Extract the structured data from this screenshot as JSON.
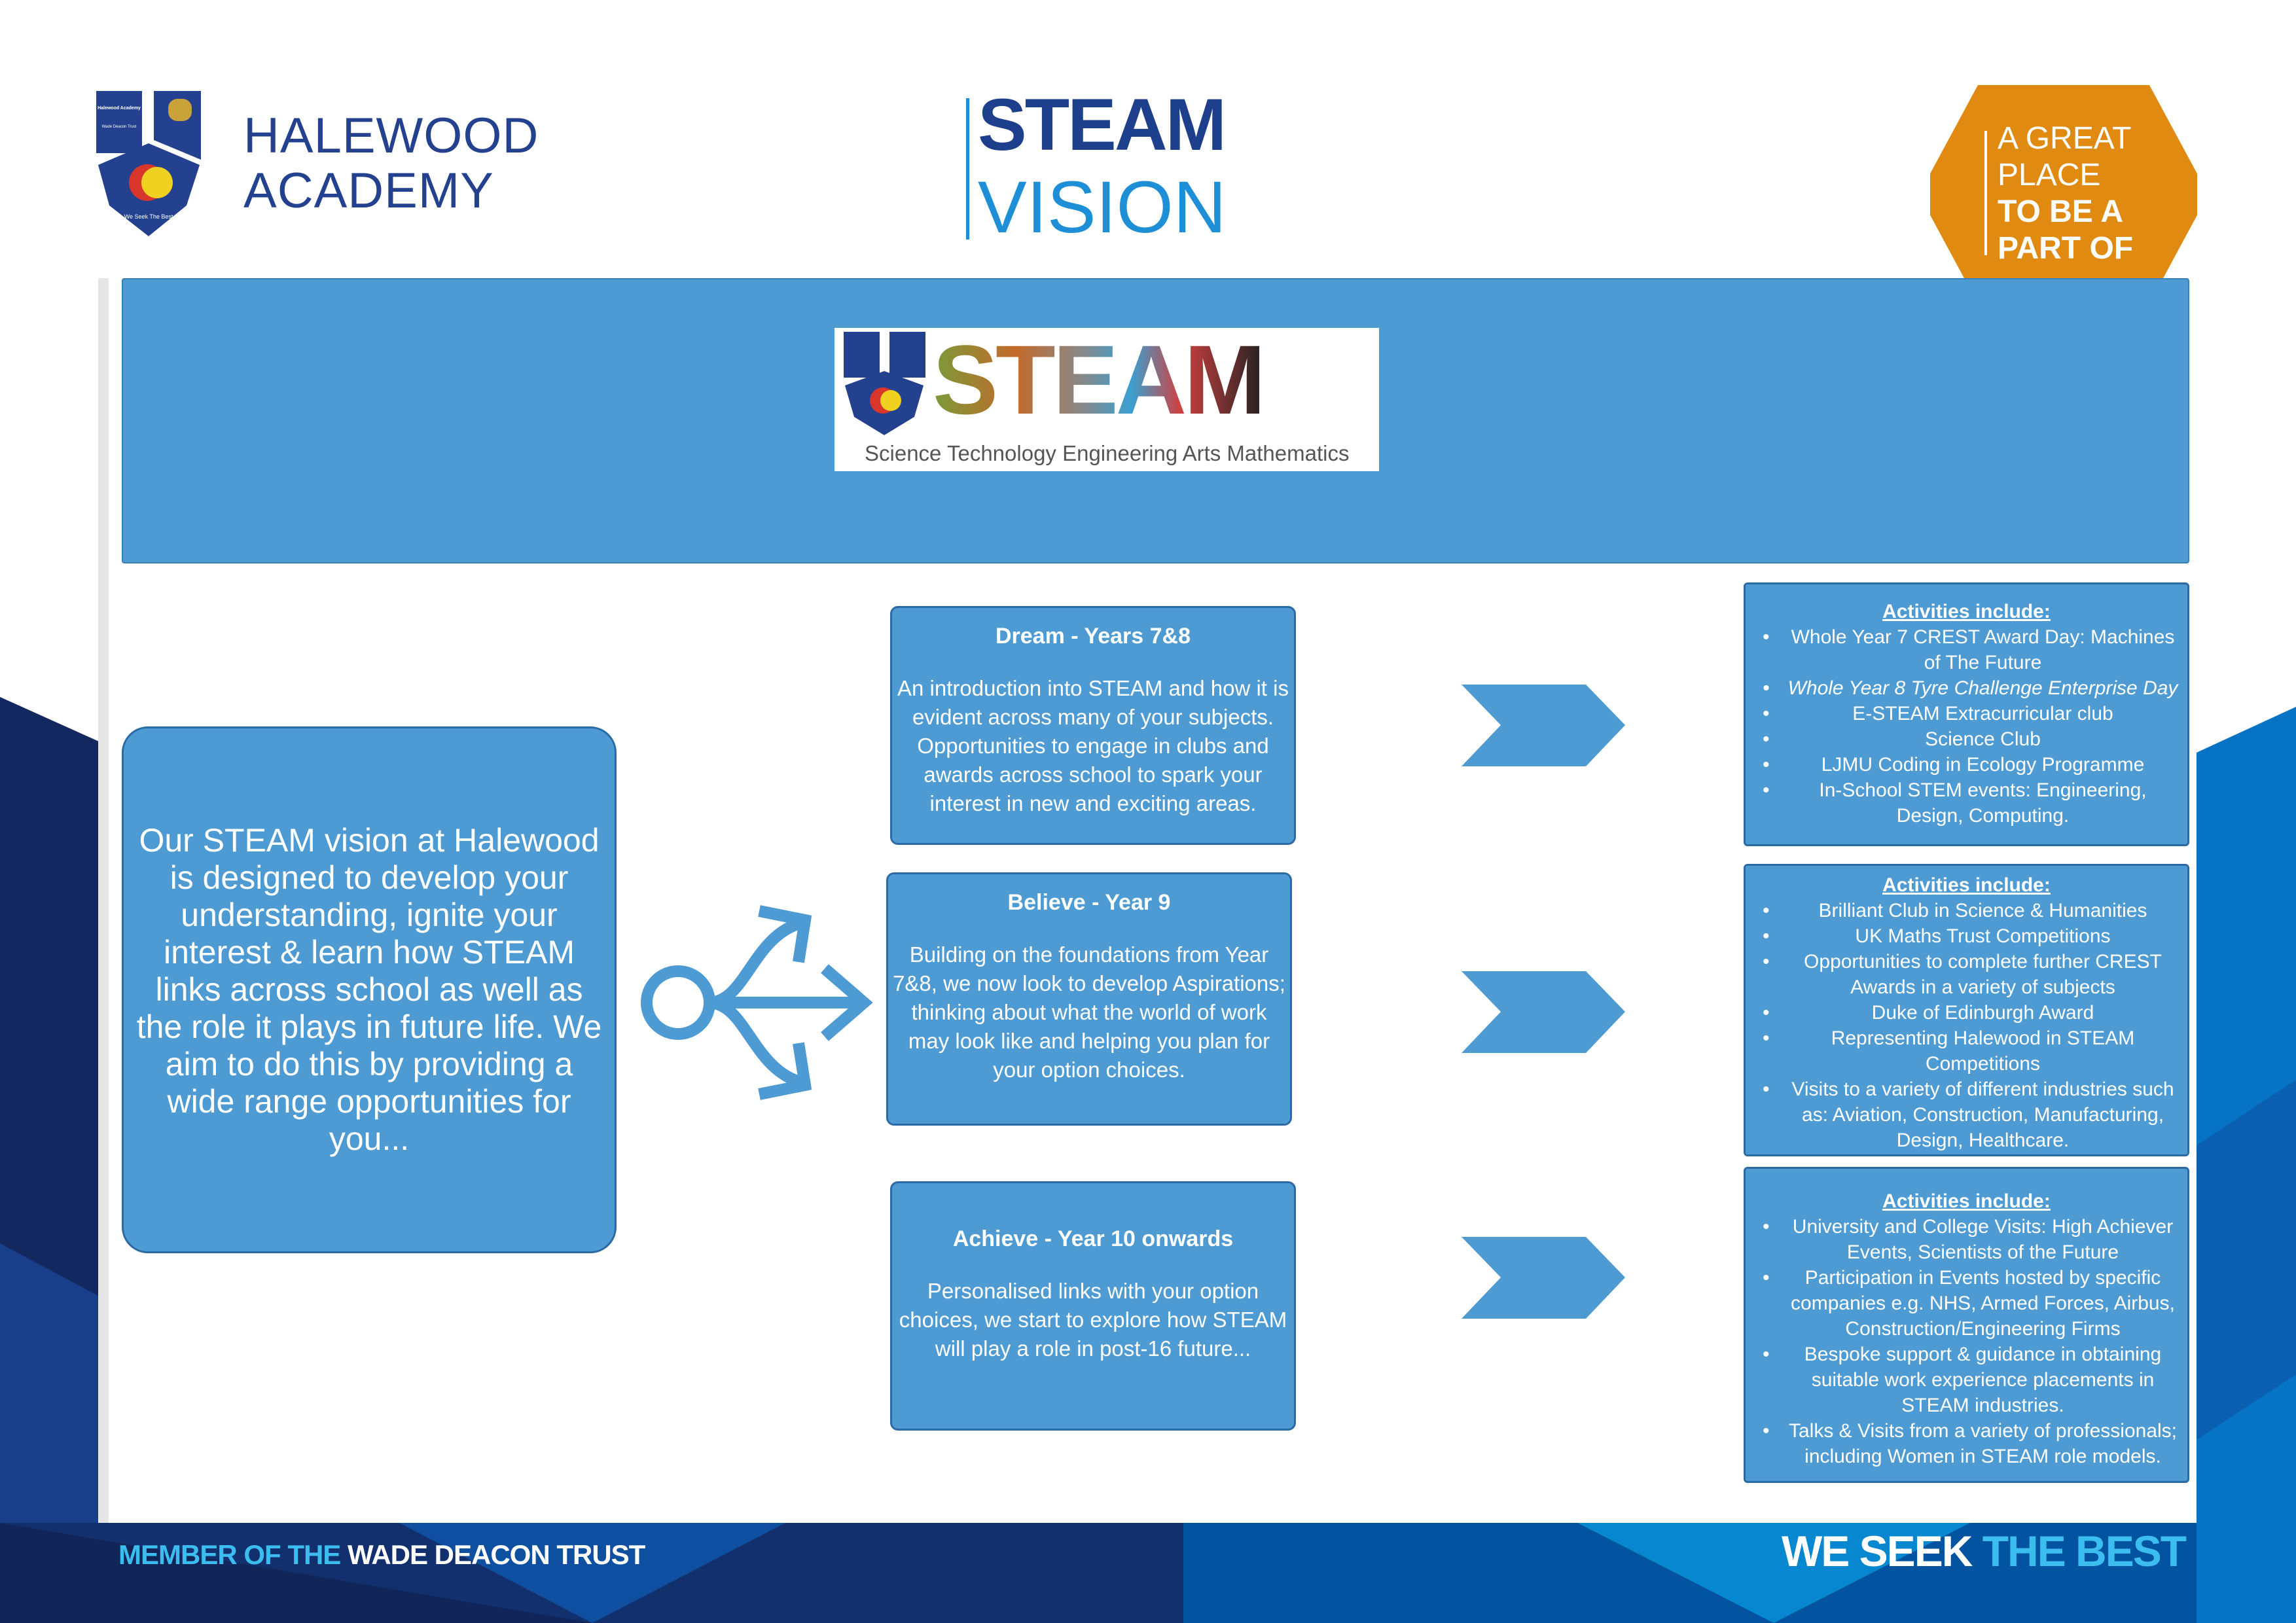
{
  "header": {
    "logo_text": {
      "shield_name": "Halewood Academy",
      "shield_trust": "Wade Deacon Trust",
      "shield_motto": "We Seek The Best"
    },
    "school_name_line1": "HALEWOOD",
    "school_name_line2": "ACADEMY",
    "title_line1": "STEAM",
    "title_line2": "VISION",
    "badge": {
      "line1": "A GREAT",
      "line2": "PLACE",
      "line3": "TO BE A",
      "line4": "PART OF"
    }
  },
  "banner": {
    "logo_word": "STEAM",
    "caption": "Science Technology Engineering Arts Mathematics"
  },
  "vision_text": "Our STEAM vision at Halewood is designed to develop your understanding, ignite your interest & learn how STEAM links across school as well as the role it plays in future life. We aim to do this by providing a wide range opportunities for you...",
  "stages": [
    {
      "title": "Dream - Years 7&8",
      "body": "An introduction into STEAM and how it is evident across many of your subjects. Opportunities to engage in clubs and awards across school to spark your interest in new and exciting areas."
    },
    {
      "title": "Believe - Year 9",
      "body": "Building on the foundations from Year 7&8, we now look to develop Aspirations; thinking about what the world of work may look like and helping you plan for your option choices."
    },
    {
      "title": "Achieve - Year 10 onwards",
      "body": "Personalised links with your option choices, we start to explore how STEAM will play a role in post-16 future..."
    }
  ],
  "activities": [
    {
      "heading": "Activities include:",
      "items": [
        "Whole Year 7 CREST Award Day: Machines of The Future",
        "Whole Year 8 Tyre Challenge Enterprise Day",
        "E-STEAM Extracurricular club",
        "Science Club",
        "LJMU Coding in Ecology Programme",
        "In-School STEM events: Engineering, Design, Computing."
      ]
    },
    {
      "heading": "Activities include:",
      "items": [
        "Brilliant Club in Science & Humanities",
        "UK Maths Trust Competitions",
        "Opportunities to complete further CREST Awards in a variety of subjects",
        "Duke of Edinburgh Award",
        "Representing Halewood in STEAM Competitions",
        "Visits to a variety of different industries such as: Aviation, Construction, Manufacturing, Design, Healthcare."
      ]
    },
    {
      "heading": "Activities include:",
      "items": [
        "University and College Visits: High Achiever Events, Scientists of the Future",
        "Participation in Events hosted by specific companies e.g. NHS, Armed Forces, Airbus, Construction/Engineering Firms",
        "Bespoke support & guidance in obtaining suitable work experience placements in STEAM industries.",
        "Talks & Visits from a variety of professionals; including Women in STEAM role models."
      ]
    }
  ],
  "footer": {
    "member_prefix": "MEMBER OF THE ",
    "member_trust": "WADE DEACON TRUST",
    "motto_a": "WE SEEK ",
    "motto_b": "THE BEST"
  },
  "colors": {
    "box": "#4e9bd4",
    "navy": "#13285e",
    "brand": "#23418f",
    "orange": "#e08a12",
    "cyan": "#3bbdf0"
  }
}
